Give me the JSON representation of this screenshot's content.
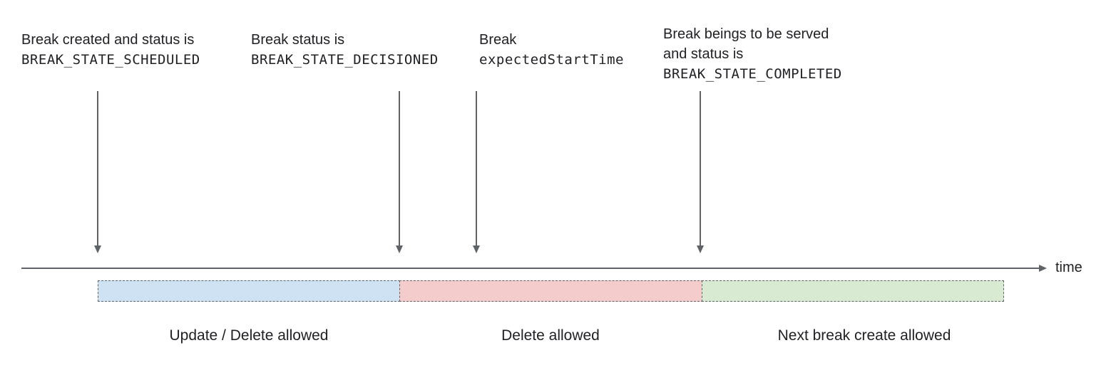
{
  "annotations": [
    {
      "lines": [
        "Break created and status is"
      ],
      "code": "BREAK_STATE_SCHEDULED"
    },
    {
      "lines": [
        "Break status is"
      ],
      "code": "BREAK_STATE_DECISIONED"
    },
    {
      "lines": [
        "Break"
      ],
      "code": "expectedStartTime"
    },
    {
      "lines": [
        "Break beings to be served",
        "and status is"
      ],
      "code": "BREAK_STATE_COMPLETED"
    }
  ],
  "timeline": {
    "axis_label": "time"
  },
  "segments": [
    {
      "label": "Update / Delete allowed",
      "color": "#cfe2f3"
    },
    {
      "label": "Delete allowed",
      "color": "#f4cccc"
    },
    {
      "label": "Next break create allowed",
      "color": "#d9ead3"
    }
  ],
  "colors": {
    "text": "#202124",
    "arrow": "#5f6368",
    "segment_border": "#5f6368"
  }
}
